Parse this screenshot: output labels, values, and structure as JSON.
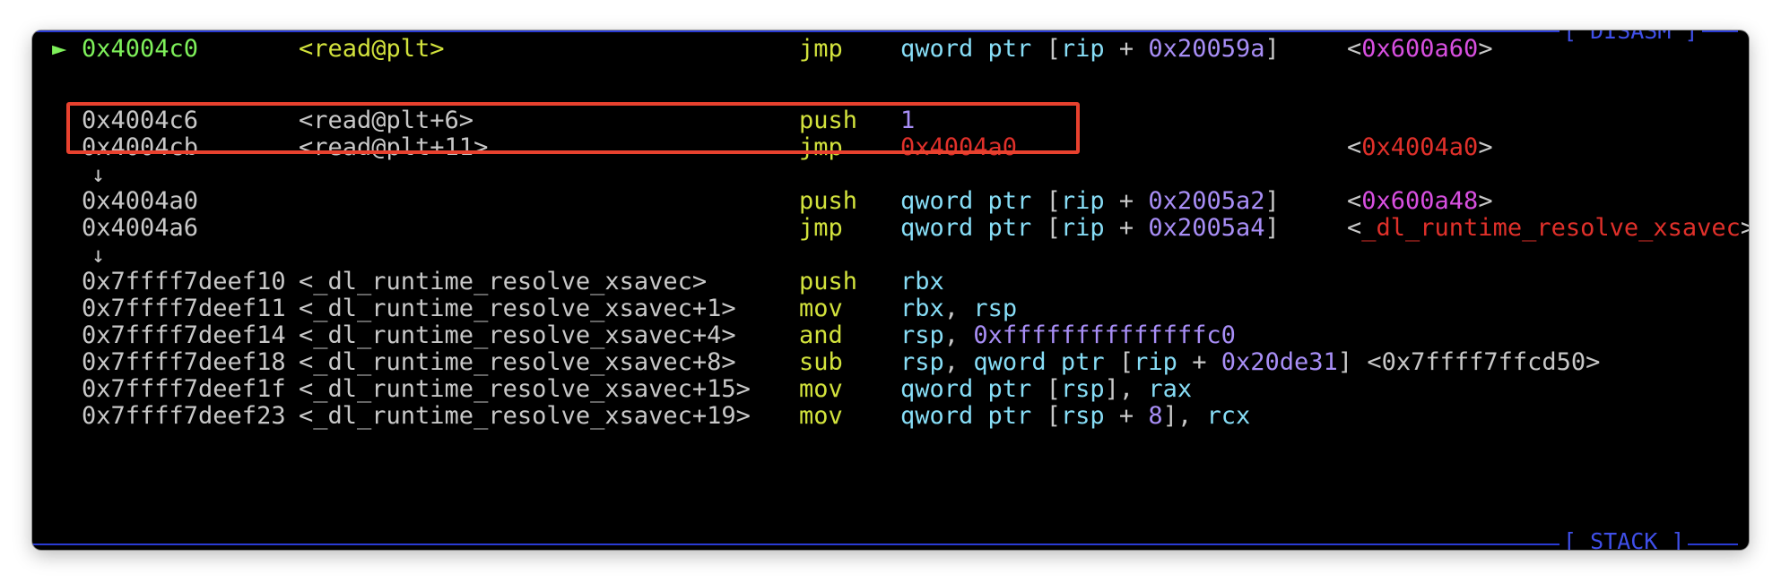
{
  "sections": {
    "disasm_title": "[ DISASM ]",
    "stack_title": "[ STACK ]"
  },
  "marker": "►",
  "flow_arrow": "↓",
  "instructions": [
    {
      "addr": "0x4004c0",
      "sym": "<read@plt>",
      "mnem": "jmp",
      "op_kw": "qword ptr",
      "op_lb": "[",
      "op_reg": "rip",
      "op_plus": "+",
      "op_off": "0x20059a",
      "op_rb": "]",
      "t_lt": "<",
      "t_val": "0x600a60",
      "t_gt": ">"
    },
    {
      "addr": "0x4004c6",
      "sym": "<read@plt+6>",
      "mnem": "push",
      "op_imm": "1"
    },
    {
      "addr": "0x4004cb",
      "sym": "<read@plt+11>",
      "mnem": "jmp",
      "op_target": "0x4004a0",
      "t_lt": "<",
      "t_val": "0x4004a0",
      "t_gt": ">"
    },
    {
      "addr": "0x4004a0",
      "sym": "",
      "mnem": "push",
      "op_kw": "qword ptr",
      "op_lb": "[",
      "op_reg": "rip",
      "op_plus": "+",
      "op_off": "0x2005a2",
      "op_rb": "]",
      "t_lt": "<",
      "t_val": "0x600a48",
      "t_gt": ">"
    },
    {
      "addr": "0x4004a6",
      "sym": "",
      "mnem": "jmp",
      "op_kw": "qword ptr",
      "op_lb": "[",
      "op_reg": "rip",
      "op_plus": "+",
      "op_off": "0x2005a4",
      "op_rb": "]",
      "t_lt": "<",
      "t_val": "_dl_runtime_resolve_xsavec",
      "t_gt": ">"
    },
    {
      "addr": "0x7ffff7deef10",
      "sym": "<_dl_runtime_resolve_xsavec>",
      "mnem": "push",
      "op_reg": "rbx"
    },
    {
      "addr": "0x7ffff7deef11",
      "sym": "<_dl_runtime_resolve_xsavec+1>",
      "mnem": "mov",
      "op_reg": "rbx",
      "op_comma": ",",
      "op_reg2": "rsp"
    },
    {
      "addr": "0x7ffff7deef14",
      "sym": "<_dl_runtime_resolve_xsavec+4>",
      "mnem": "and",
      "op_reg": "rsp",
      "op_comma": ",",
      "op_imm": "0xffffffffffffffc0"
    },
    {
      "addr": "0x7ffff7deef18",
      "sym": "<_dl_runtime_resolve_xsavec+8>",
      "mnem": "sub",
      "op_reg": "rsp",
      "op_comma": ",",
      "op_kw": "qword ptr",
      "op_lb": "[",
      "op_reg2": "rip",
      "op_plus": "+",
      "op_off": "0x20de31",
      "op_rb": "]",
      "t_full": "<0x7ffff7ffcd50>"
    },
    {
      "addr": "0x7ffff7deef1f",
      "sym": "<_dl_runtime_resolve_xsavec+15>",
      "mnem": "mov",
      "op_kw": "qword ptr",
      "op_lb": "[",
      "op_reg": "rsp",
      "op_rb": "]",
      "op_comma": ",",
      "op_reg2": "rax"
    },
    {
      "addr": "0x7ffff7deef23",
      "sym": "<_dl_runtime_resolve_xsavec+19>",
      "mnem": "mov",
      "op_kw": "qword ptr",
      "op_lb": "[",
      "op_reg": "rsp",
      "op_plus": "+",
      "op_imm": "8",
      "op_rb": "]",
      "op_comma": ",",
      "op_reg2": "rcx"
    }
  ]
}
